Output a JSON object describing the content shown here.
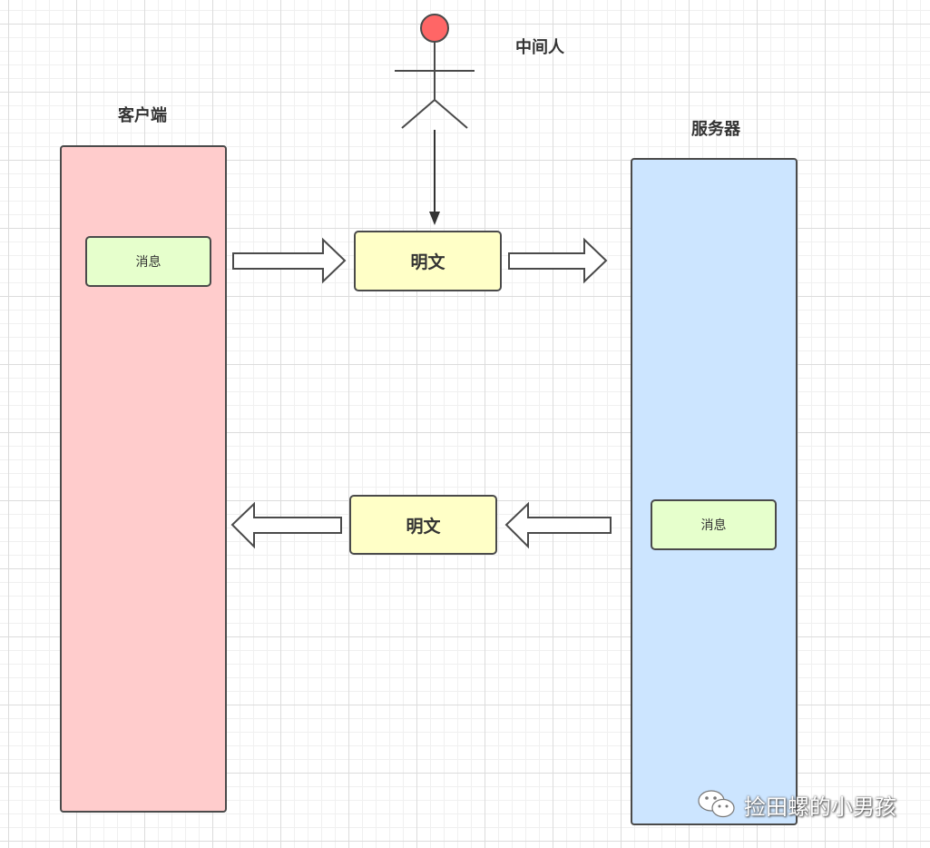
{
  "labels": {
    "middleman": "中间人",
    "client": "客户端",
    "server": "服务器"
  },
  "client": {
    "message": "消息"
  },
  "server": {
    "message": "消息"
  },
  "top_box": {
    "text": "明文"
  },
  "bottom_box": {
    "text": "明文"
  },
  "watermark": {
    "text": "捡田螺的小男孩",
    "icon": "wechat-icon"
  },
  "colors": {
    "client_fill": "#ffcccc",
    "server_fill": "#cce5ff",
    "message_fill": "#e6ffcc",
    "plaintext_fill": "#ffffc7",
    "actor_head": "#ff6666",
    "stroke": "#4a4a4a"
  }
}
